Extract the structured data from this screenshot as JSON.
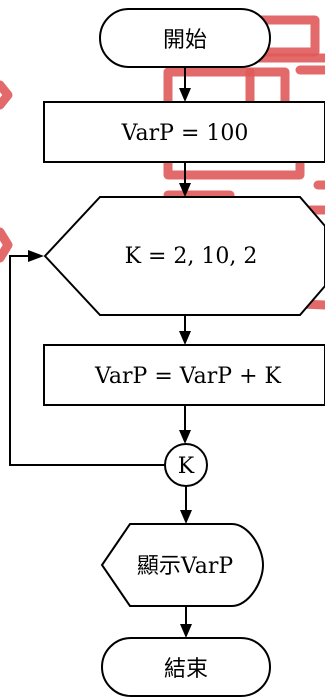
{
  "flowchart": {
    "start_label": "開始",
    "init_label": "VarP = 100",
    "loop_label": "K = 2, 10, 2",
    "accumulate_label": "VarP = VarP + K",
    "connector_label": "K",
    "display_label": "顯示VarP",
    "end_label": "結束"
  },
  "colors": {
    "line": "#000000",
    "fill": "#ffffff",
    "watermark": "#e05a5a"
  }
}
